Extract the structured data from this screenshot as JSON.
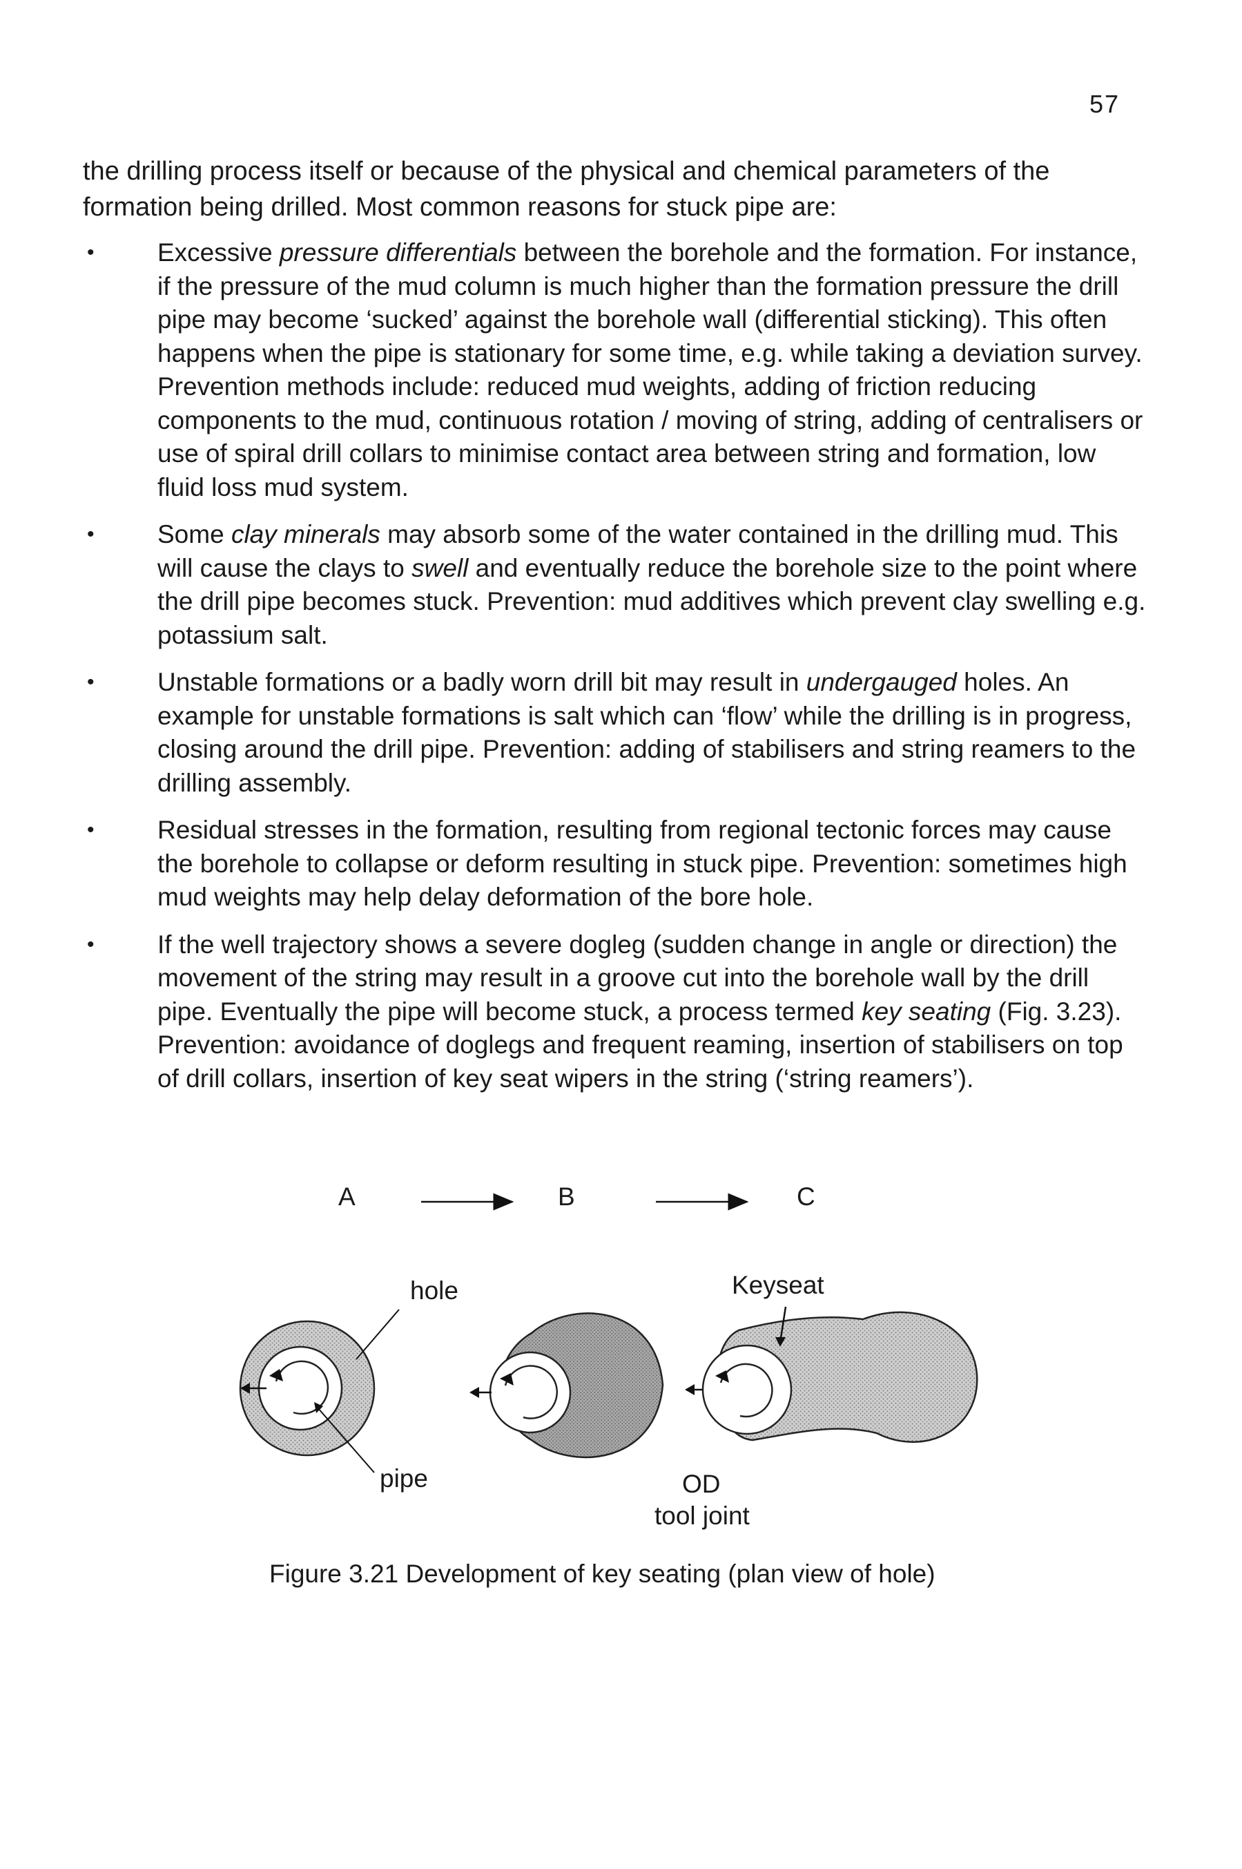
{
  "page_number": "57",
  "intro": {
    "text": "the drilling process itself or because of the physical and chemical parameters of the formation being drilled. Most common reasons for stuck pipe are:"
  },
  "bullets": [
    {
      "before": "Excessive ",
      "em": "pressure differentials",
      "after": " between the borehole and the formation. For instance, if the pressure of the mud column is much higher than the formation pressure the drill pipe may become ‘sucked’ against the borehole wall (differential sticking). This often happens when the pipe is stationary for some time, e.g. while taking a deviation survey. Prevention methods include: reduced mud weights, adding of friction reducing components to the mud, continuous rotation / moving of string, adding of centralisers or use of spiral drill collars to minimise contact area between string and formation, low fluid loss mud system."
    },
    {
      "before": "Some ",
      "em": "clay minerals",
      "mid": " may absorb some of the water contained in the drilling mud. This will cause the clays to ",
      "em2": "swell",
      "after": " and eventually reduce the borehole size to the point where the drill pipe becomes stuck. Prevention: mud additives which prevent clay swelling e.g. potassium salt."
    },
    {
      "before": "Unstable formations or a badly worn drill bit may result in ",
      "em": "undergauged",
      "after": " holes. An example for unstable formations is salt which can ‘flow’ while the drilling is in progress, closing around the drill pipe. Prevention: adding of stabilisers and string reamers to the drilling assembly."
    },
    {
      "before": "Residual stresses in the formation, resulting from regional tectonic forces may cause the borehole to collapse or deform resulting in stuck pipe. Prevention: sometimes high mud weights may help delay deformation of the bore hole.",
      "em": "",
      "after": ""
    },
    {
      "before": "If the well trajectory shows a severe dogleg (sudden change in angle or direction) the movement of the string may result in a groove cut into the borehole wall by the drill pipe. Eventually the pipe will become stuck, a process termed ",
      "em": "key seating",
      "after": " (Fig. 3.23). Prevention: avoidance of doglegs and frequent reaming, insertion of stabilisers on top of drill collars, insertion of key seat wipers in the string (‘string reamers’)."
    }
  ],
  "figure": {
    "stage_labels": [
      "A",
      "B",
      "C"
    ],
    "label_hole": "hole",
    "label_keyseat": "Keyseat",
    "label_pipe": "pipe",
    "label_od": "OD",
    "label_tool_joint": "tool joint",
    "caption": "Figure 3.21 Development of key seating (plan view of hole)"
  }
}
